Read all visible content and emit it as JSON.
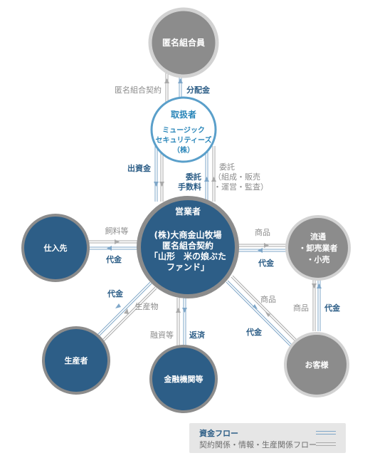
{
  "nodes": {
    "investors": "匿名組合員",
    "handler": {
      "title": "取扱者",
      "line1": "ミュージック",
      "line2": "セキュリティーズ",
      "line3": "（株）"
    },
    "operator": {
      "title": "営業者",
      "line1": "(株)大商金山牧場",
      "line2": "匿名組合契約",
      "line3": "「山形　米の娘ぶた",
      "line4": "ファンド」"
    },
    "supplier": "仕入先",
    "distribution": {
      "line1": "流通",
      "line2": "・卸売業者",
      "line3": "・小売"
    },
    "producer": "生産者",
    "financial": "金融機関等",
    "customer": "お客様"
  },
  "flows": {
    "contract": "匿名組合契約",
    "distribution_payout": "分配金",
    "investment": "出資金",
    "commission_line1": "委託",
    "commission_line2": "手数料",
    "entrust_line1": "委託",
    "entrust_line2": "（組成・販売",
    "entrust_line3": "・運営・監査）",
    "feed": "飼料等",
    "payment_to_supplier": "代金",
    "goods_to_distribution": "商品",
    "payment_from_distribution": "代金",
    "payment_to_producer": "代金",
    "produce": "生産物",
    "loan": "融資等",
    "repayment": "返済",
    "goods_to_customer": "商品",
    "payment_from_customer": "代金",
    "goods_distribution_customer": "商品",
    "payment_customer_distribution": "代金"
  },
  "legend": {
    "money_flow": "資金フロー",
    "other_flow": "契約関係・情報・生産関係フロー"
  },
  "colors": {
    "blue_node": "#2d5e87",
    "gray_node": "#8c8c8c",
    "handler_border": "#5a9fca",
    "money_line": "#7fa7c9",
    "other_line": "#aaaaaa"
  }
}
